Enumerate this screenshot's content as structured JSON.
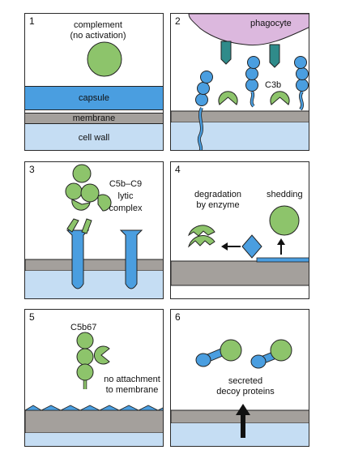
{
  "colors": {
    "green": "#8dc46b",
    "blue": "#4a9ee0",
    "light_blue": "#c5ddf3",
    "gray": "#a4a09c",
    "purple": "#dcb8de",
    "teal": "#2f8b8a",
    "outline": "#222222"
  },
  "panels": [
    {
      "number": "1",
      "labels": {
        "complement": "complement",
        "no_activation": "(no activation)",
        "capsule": "capsule",
        "membrane": "membrane",
        "cell_wall": "cell wall"
      }
    },
    {
      "number": "2",
      "labels": {
        "phagocyte": "phagocyte",
        "c3b": "C3b"
      }
    },
    {
      "number": "3",
      "labels": {
        "complex_name": "C5b–C9",
        "lytic": "lytic",
        "complex": "complex"
      }
    },
    {
      "number": "4",
      "labels": {
        "degradation": "degradation",
        "by_enzyme": "by enzyme",
        "shedding": "shedding"
      }
    },
    {
      "number": "5",
      "labels": {
        "complex_name": "C5b67",
        "no_attachment": "no attachment",
        "to_membrane": "to membrane"
      }
    },
    {
      "number": "6",
      "labels": {
        "secreted": "secreted",
        "decoy_proteins": "decoy proteins"
      }
    }
  ]
}
